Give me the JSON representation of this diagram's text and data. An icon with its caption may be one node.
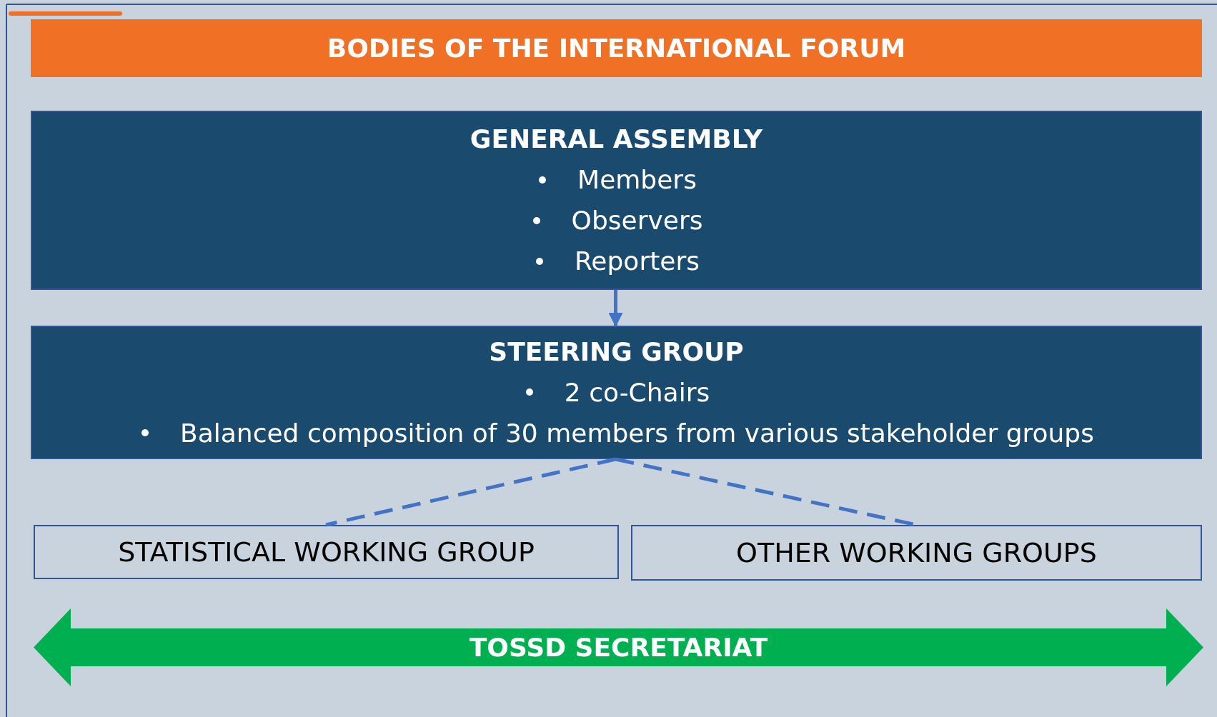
{
  "diagram": {
    "title": "BODIES OF THE INTERNATIONAL FORUM",
    "nodes": [
      {
        "text": [
          "GENERAL ASSEMBLY",
          "Members",
          "Observers",
          "Reporters"
        ]
      },
      {
        "text": [
          "STEERING GROUP",
          "2 co-Chairs",
          "Balanced composition of 30 members from various stakeholder groups"
        ]
      },
      {
        "text": [
          "STATISTICAL WORKING GROUP"
        ]
      },
      {
        "text": [
          "OTHER WORKING GROUPS"
        ]
      },
      {
        "text": [
          "TOSSD SECRETARIAT"
        ]
      }
    ],
    "edges": [
      {
        "from": 0,
        "to": 1,
        "arrow": "to"
      },
      {
        "from": 1,
        "to": 2,
        "arrow": "none",
        "style": "dashed"
      },
      {
        "from": 1,
        "to": 3,
        "arrow": "none",
        "style": "dashed"
      }
    ]
  }
}
